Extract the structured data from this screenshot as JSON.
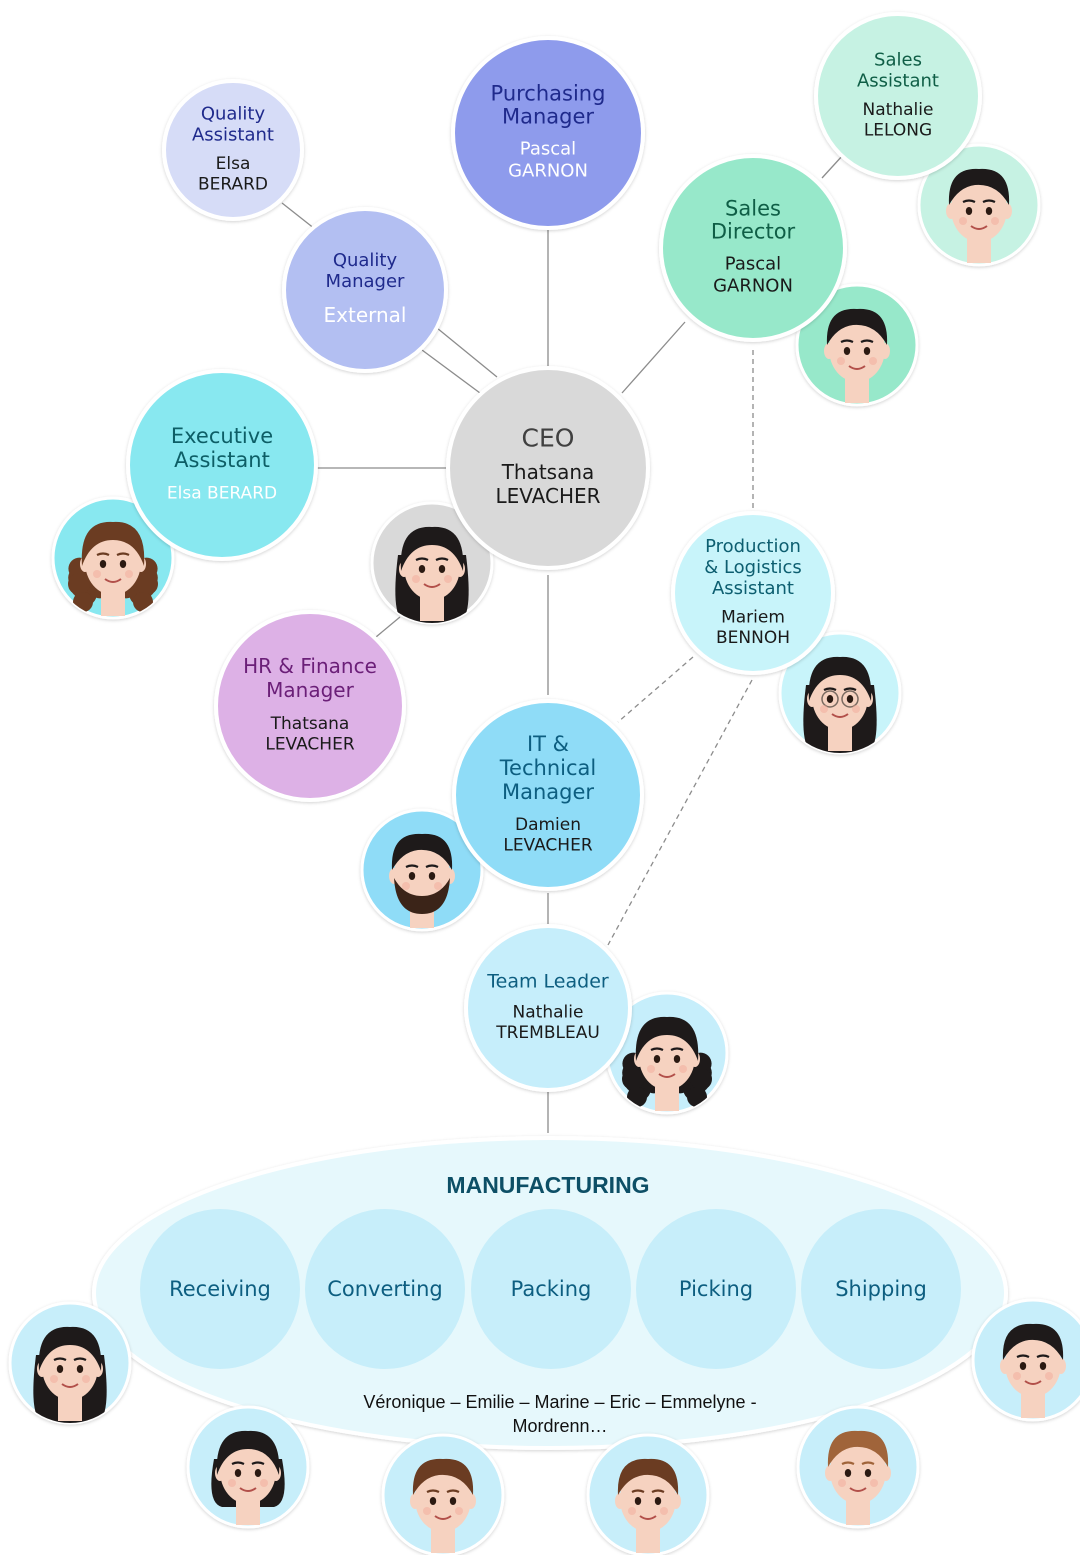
{
  "nodes": {
    "ceo": {
      "title": [
        "CEO"
      ],
      "name": [
        "Thatsana",
        "LEVACHER"
      ],
      "fill": "#d9d9d9",
      "title_color": "#404040",
      "name_color": "#1a1a1a"
    },
    "purchasing_manager": {
      "title": [
        "Purchasing",
        "Manager"
      ],
      "name": [
        "Pascal",
        "GARNON"
      ],
      "fill": "#8e9bec",
      "title_color": "#1f2a8c",
      "name_color": "#ffffff"
    },
    "quality_assistant": {
      "title": [
        "Quality",
        "Assistant"
      ],
      "name": [
        "Elsa",
        "BERARD"
      ],
      "fill": "#d6dcf7",
      "title_color": "#1f2a8c",
      "name_color": "#1a1a1a"
    },
    "quality_manager": {
      "title": [
        "Quality",
        "Manager"
      ],
      "name": [
        "External"
      ],
      "fill": "#b3bff2",
      "title_color": "#1f2a8c",
      "name_color": "#ffffff"
    },
    "sales_assistant": {
      "title": [
        "Sales",
        "Assistant"
      ],
      "name": [
        "Nathalie",
        "LELONG"
      ],
      "fill": "#c6f2e3",
      "title_color": "#0f5e46",
      "name_color": "#1a1a1a"
    },
    "sales_director": {
      "title": [
        "Sales",
        "Director"
      ],
      "name": [
        "Pascal",
        "GARNON"
      ],
      "fill": "#97e8ca",
      "title_color": "#0f5e46",
      "name_color": "#1a1a1a"
    },
    "executive_assistant": {
      "title": [
        "Executive",
        "Assistant"
      ],
      "name": [
        "Elsa BERARD"
      ],
      "fill": "#88e8f0",
      "title_color": "#0d5e66",
      "name_color": "#ffffff"
    },
    "production_logistics_assistant": {
      "title": [
        "Production",
        "& Logistics",
        "Assistant"
      ],
      "name": [
        "Mariem",
        "BENNOH"
      ],
      "fill": "#c8f4fa",
      "title_color": "#0d5e70",
      "name_color": "#1a1a1a"
    },
    "hr_finance_manager": {
      "title": [
        "HR & Finance",
        "Manager"
      ],
      "name": [
        "Thatsana",
        "LEVACHER"
      ],
      "fill": "#ddb1e6",
      "title_color": "#6b1f78",
      "name_color": "#1a1a1a"
    },
    "it_technical_manager": {
      "title": [
        "IT &",
        "Technical",
        "Manager"
      ],
      "name": [
        "Damien",
        "LEVACHER"
      ],
      "fill": "#8fdcf7",
      "title_color": "#0d5e80",
      "name_color": "#1a1a1a"
    },
    "team_leader": {
      "title": [
        "Team Leader"
      ],
      "name": [
        "Nathalie",
        "TREMBLEAU"
      ],
      "fill": "#c6eefb",
      "title_color": "#0d5e80",
      "name_color": "#1a1a1a"
    }
  },
  "manufacturing": {
    "title": "MANUFACTURING",
    "title_color": "#0d4f66",
    "fill": "#e6f8fc",
    "departments": [
      "Receiving",
      "Converting",
      "Packing",
      "Picking",
      "Shipping"
    ],
    "department_fill": "#c7eefa",
    "department_color": "#0d5e80",
    "members": [
      "Véronique – Emilie – Marine – Eric – Emmelyne -",
      "Mordrenn…"
    ]
  },
  "avatar_backgrounds": {
    "sales_assistant": "#c6f2e3",
    "sales_director": "#97e8ca",
    "executive_assistant": "#88e8f0",
    "ceo_hr": "#d9d9d9",
    "production": "#c8f4fa",
    "it": "#8fdcf7",
    "team_leader": "#c6eefb",
    "workers": "#c7eefa"
  },
  "colors": {
    "line": "#8c8c8c",
    "circle_border": "#ffffff",
    "skin": "#f6d2c0",
    "hair_dark": "#1e1a1a",
    "hair_brown": "#6b3c22",
    "hair_light": "#a0643a"
  }
}
